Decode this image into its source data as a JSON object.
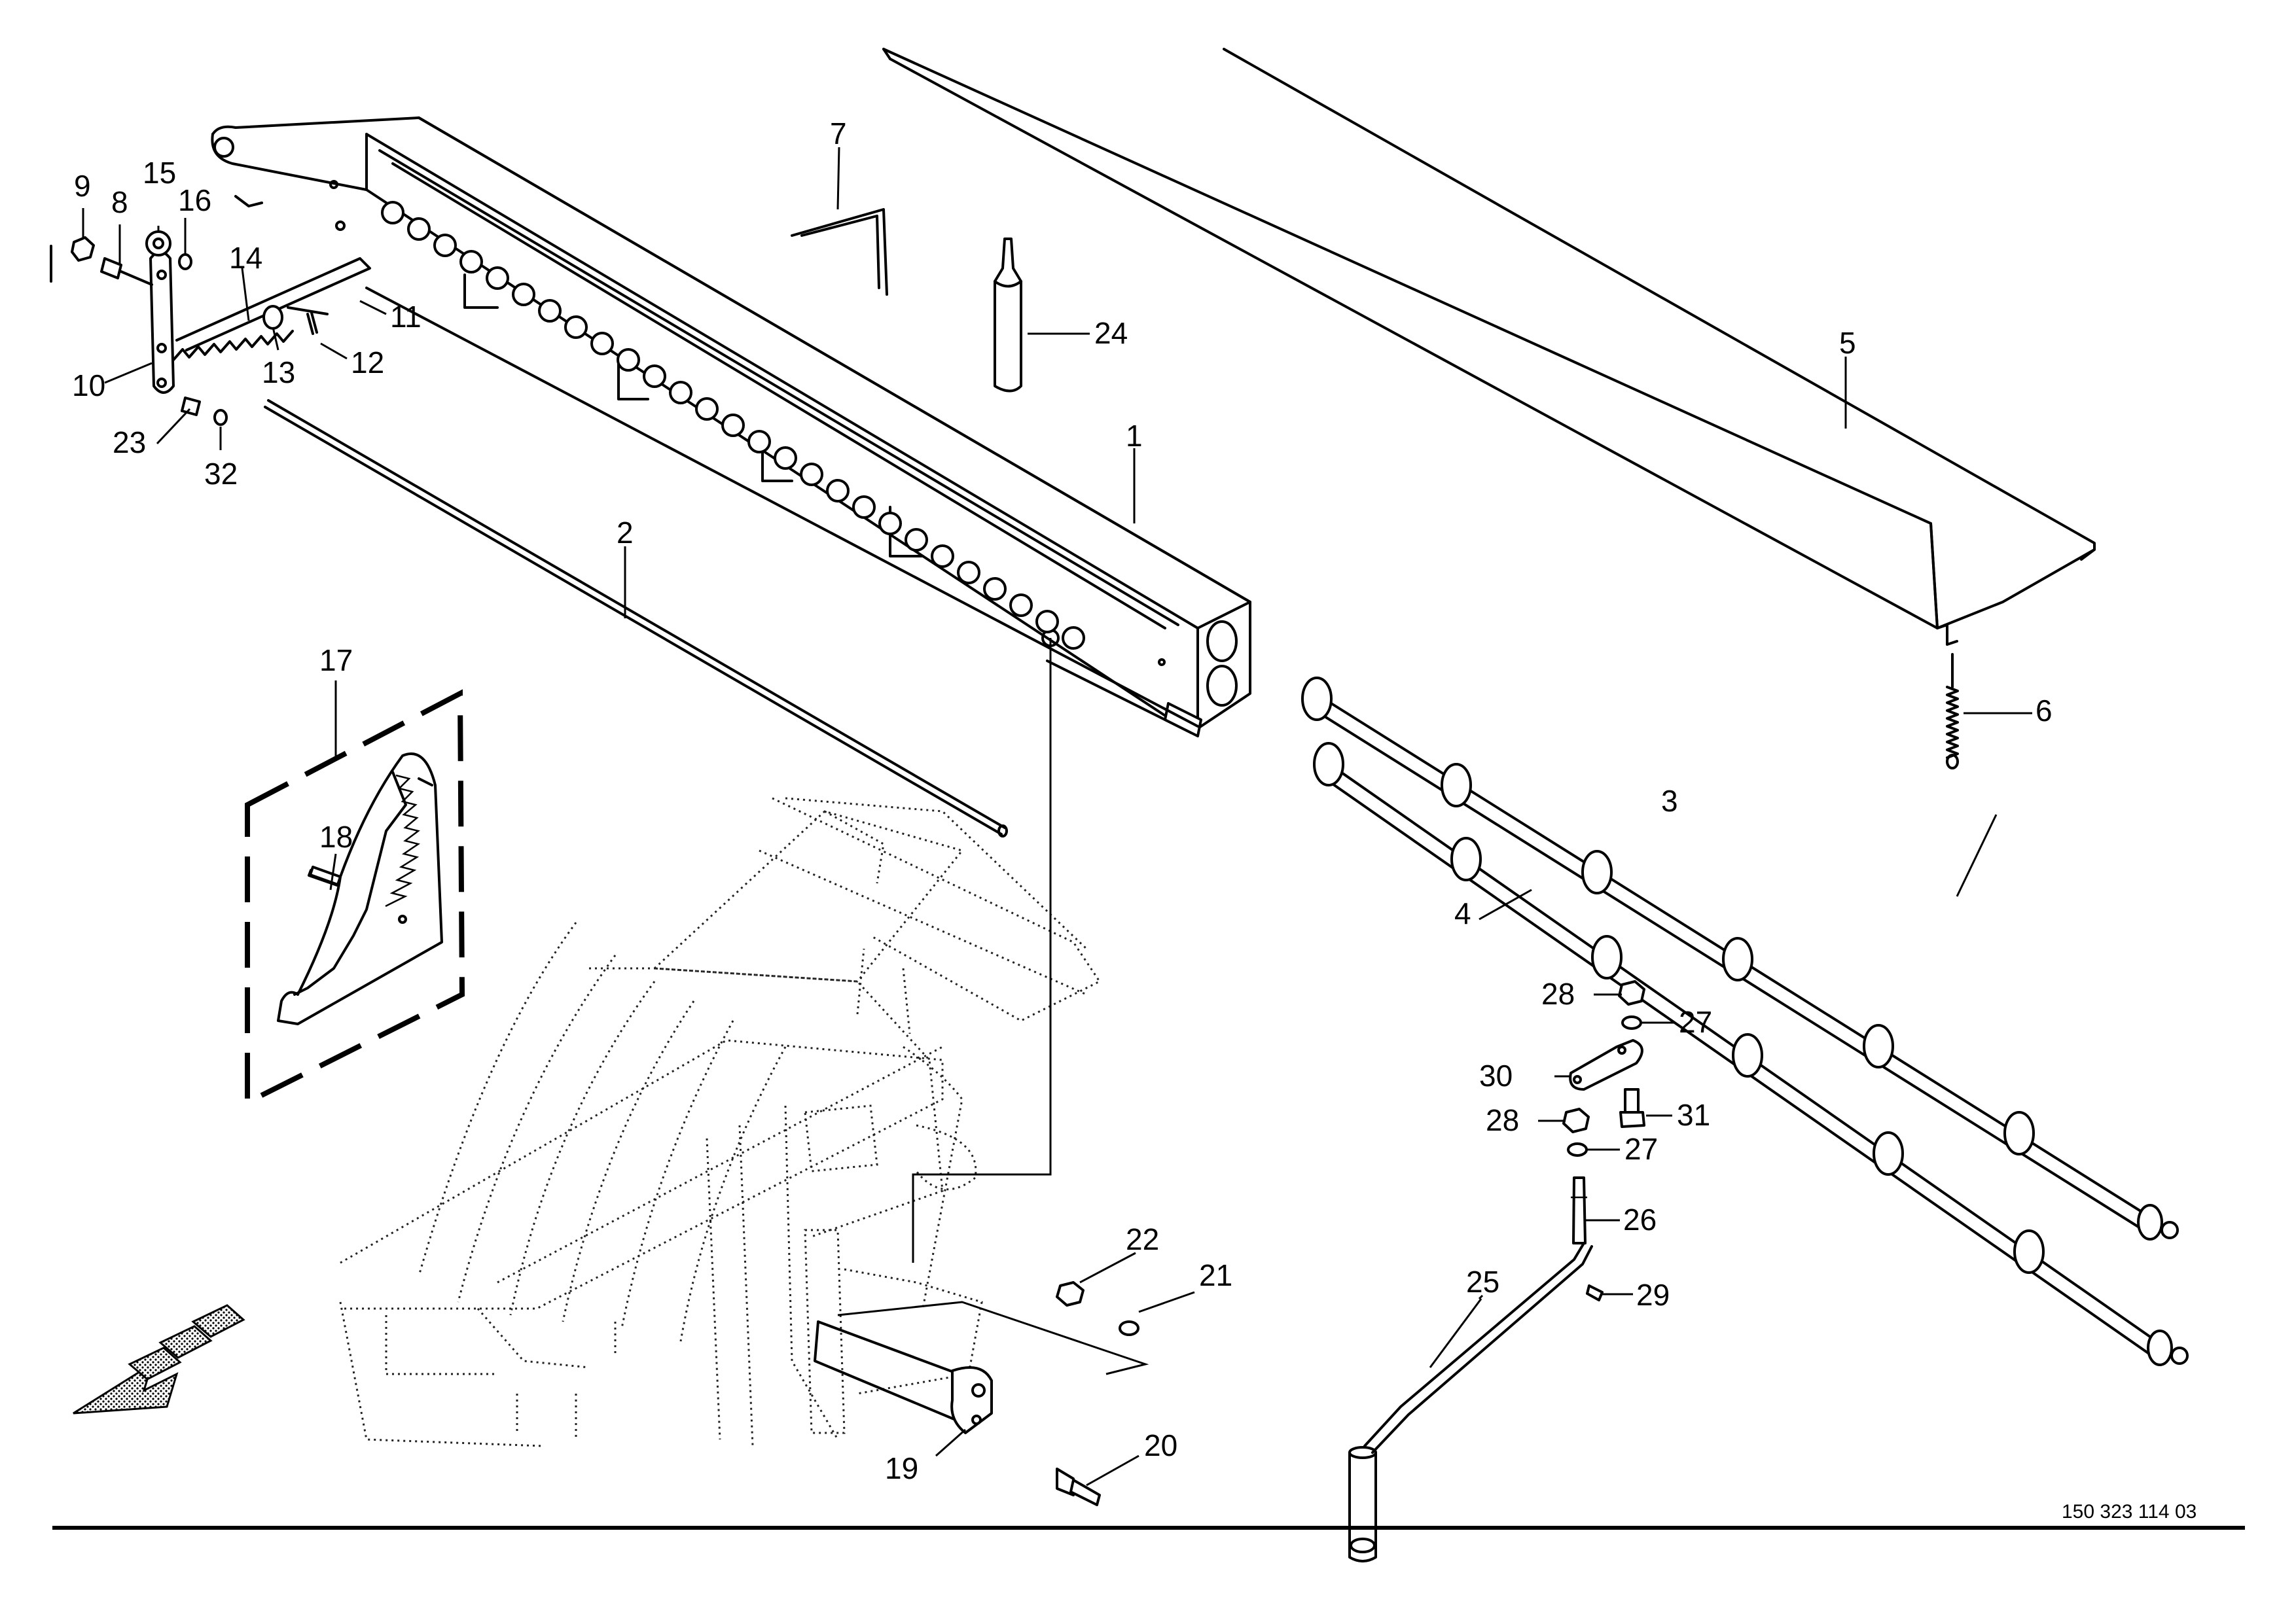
{
  "document_number": "150 323 114 03",
  "callouts": [
    {
      "id": "c1",
      "label": "1"
    },
    {
      "id": "c2",
      "label": "2"
    },
    {
      "id": "c3",
      "label": "3"
    },
    {
      "id": "c4",
      "label": "4"
    },
    {
      "id": "c5",
      "label": "5"
    },
    {
      "id": "c6",
      "label": "6"
    },
    {
      "id": "c7",
      "label": "7"
    },
    {
      "id": "c8",
      "label": "8"
    },
    {
      "id": "c9",
      "label": "9"
    },
    {
      "id": "c10",
      "label": "10"
    },
    {
      "id": "c11",
      "label": "11"
    },
    {
      "id": "c12",
      "label": "12"
    },
    {
      "id": "c13",
      "label": "13"
    },
    {
      "id": "c14",
      "label": "14"
    },
    {
      "id": "c15",
      "label": "15"
    },
    {
      "id": "c16",
      "label": "16"
    },
    {
      "id": "c17",
      "label": "17"
    },
    {
      "id": "c18",
      "label": "18"
    },
    {
      "id": "c19",
      "label": "19"
    },
    {
      "id": "c20",
      "label": "20"
    },
    {
      "id": "c21",
      "label": "21"
    },
    {
      "id": "c22",
      "label": "22"
    },
    {
      "id": "c23",
      "label": "23"
    },
    {
      "id": "c24",
      "label": "24"
    },
    {
      "id": "c25",
      "label": "25"
    },
    {
      "id": "c26",
      "label": "26"
    },
    {
      "id": "c27a",
      "label": "27"
    },
    {
      "id": "c27b",
      "label": "27"
    },
    {
      "id": "c28a",
      "label": "28"
    },
    {
      "id": "c28b",
      "label": "28"
    },
    {
      "id": "c29",
      "label": "29"
    },
    {
      "id": "c30",
      "label": "30"
    },
    {
      "id": "c31",
      "label": "31"
    },
    {
      "id": "c32",
      "label": "32"
    }
  ]
}
